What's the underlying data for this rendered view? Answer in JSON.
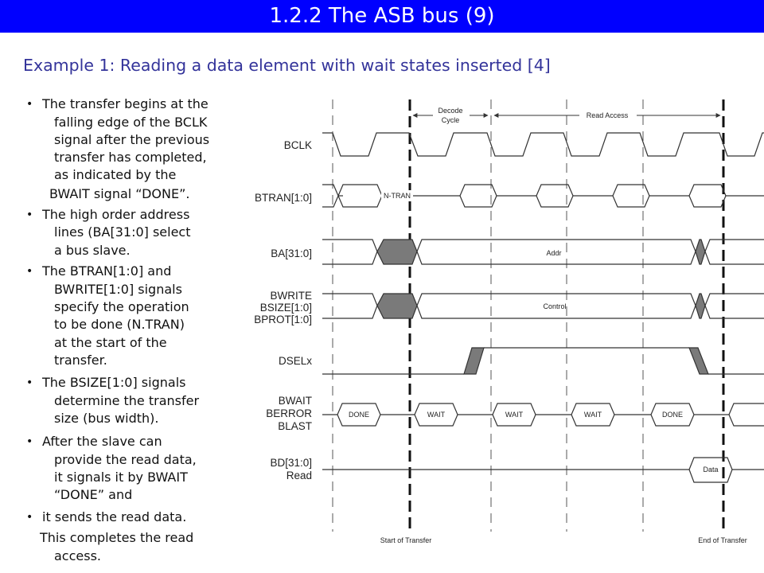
{
  "title": "1.2.2 The ASB bus (9)",
  "subtitle": "Example 1: Reading a data element with wait states inserted [4]",
  "bullets": [
    {
      "lines": [
        "The transfer begins at the",
        "falling edge of the BCLK",
        "signal after the previous",
        "transfer has completed,",
        "as indicated by the",
        "BWAIT signal “DONE”."
      ]
    },
    {
      "lines": [
        "The high order address",
        "lines (BA[31:0] select",
        "a bus slave."
      ]
    },
    {
      "lines": [
        "The BTRAN[1:0] and",
        "BWRITE[1:0] signals",
        "specify the operation",
        "to be done (N.TRAN)",
        "at the start of the",
        "transfer."
      ]
    },
    {
      "lines": [
        "The BSIZE[1:0] signals",
        "determine the transfer",
        "size (bus width)."
      ]
    },
    {
      "lines": [
        "After the slave can",
        "provide the read data,",
        "it signals it by BWAIT",
        "“DONE” and"
      ]
    },
    {
      "lines": [
        "it sends the read data.",
        "This completes the read",
        "access."
      ]
    }
  ],
  "diagram": {
    "phases": {
      "decode": [
        "Decode",
        "Cycle"
      ],
      "read": "Read Access"
    },
    "signals": {
      "bclk": [
        "BCLK"
      ],
      "btran": [
        "BTRAN[1:0]"
      ],
      "ba": [
        "BA[31:0]"
      ],
      "bwrite": [
        "BWRITE",
        "BSIZE[1:0]",
        "BPROT[1:0]"
      ],
      "dsel": [
        "DSELx"
      ],
      "bwait": [
        "BWAIT",
        "BERROR",
        "BLAST"
      ],
      "bd": [
        "BD[31:0]",
        "Read"
      ]
    },
    "values": {
      "ntran": "N-TRAN",
      "addr": "Addr",
      "control": "Control",
      "done": "DONE",
      "wait": "WAIT",
      "data": "Data"
    },
    "markers": {
      "start": "Start of Transfer",
      "end": "End of Transfer"
    },
    "colors": {
      "line": "#333333",
      "fill": "#7a7a7a",
      "title_bar": "#0000ff",
      "subtitle": "#33339a"
    }
  }
}
